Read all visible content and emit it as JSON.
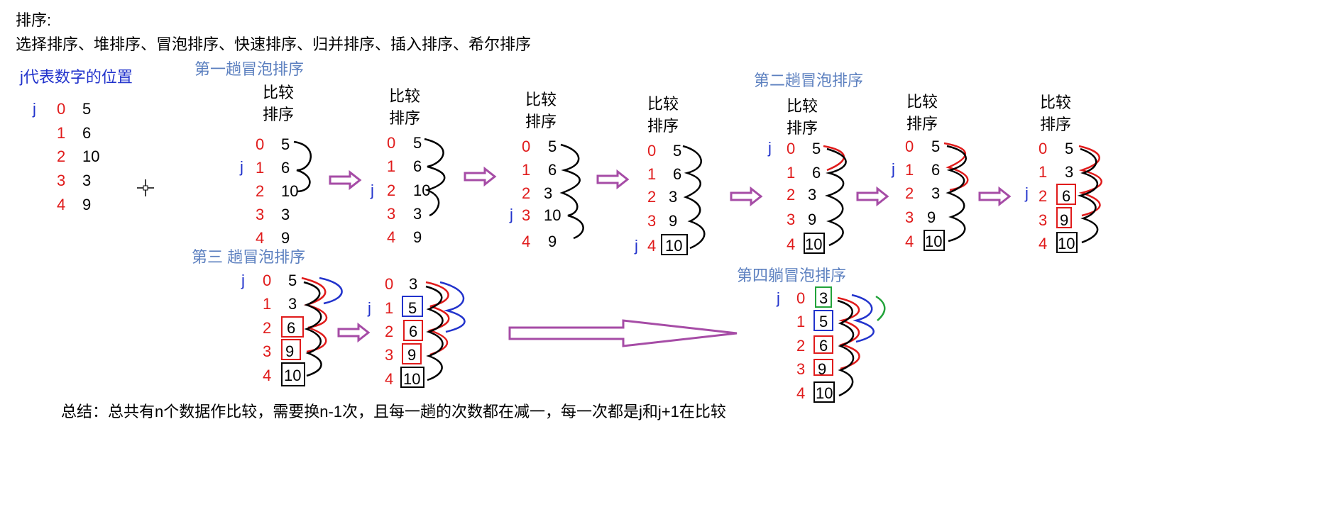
{
  "header": {
    "title": "排序:",
    "list": "选择排序、堆排序、冒泡排序、快速排序、归并排序、插入排序、希尔排序"
  },
  "legend": {
    "j_desc": "j代表数字的位置"
  },
  "labels": {
    "compare": "比较",
    "sort": "排序",
    "j": "j"
  },
  "passes": {
    "pass1": "第一趟冒泡排序",
    "pass2": "第二趟冒泡排序",
    "pass3": "第三 趟冒泡排序",
    "pass4": "第四躺冒泡排序"
  },
  "initial": {
    "indices": [
      "0",
      "1",
      "2",
      "3",
      "4"
    ],
    "values": [
      "5",
      "6",
      "10",
      "3",
      "9"
    ]
  },
  "row1_steps": [
    {
      "values": [
        "5",
        "6",
        "10",
        "3",
        "9"
      ]
    },
    {
      "values": [
        "5",
        "6",
        "10",
        "3",
        "9"
      ]
    },
    {
      "values": [
        "5",
        "6",
        "3",
        "10",
        "9"
      ]
    },
    {
      "values": [
        "5",
        "6",
        "3",
        "9",
        "10"
      ]
    },
    {
      "values": [
        "5",
        "6",
        "3",
        "9",
        "10"
      ]
    },
    {
      "values": [
        "5",
        "6",
        "3",
        "9",
        "10"
      ]
    },
    {
      "values": [
        "5",
        "3",
        "6",
        "9",
        "10"
      ]
    }
  ],
  "row2_steps": [
    {
      "values": [
        "5",
        "3",
        "6",
        "9",
        "10"
      ]
    },
    {
      "values": [
        "3",
        "5",
        "6",
        "9",
        "10"
      ]
    },
    {
      "values": [
        "3",
        "5",
        "6",
        "9",
        "10"
      ]
    }
  ],
  "summary": "总结：总共有n个数据作比较，需要换n-1次，且每一趟的次数都在减一，每一次都是j和j+1在比较",
  "colors": {
    "index_red": "#e01b1b",
    "j_blue": "#2233cc",
    "title_blue": "#5b7fbf",
    "arrow_purple": "#a64ca6",
    "box_red": "#e01b1b",
    "box_blue": "#2233cc",
    "box_green": "#22a33a"
  }
}
